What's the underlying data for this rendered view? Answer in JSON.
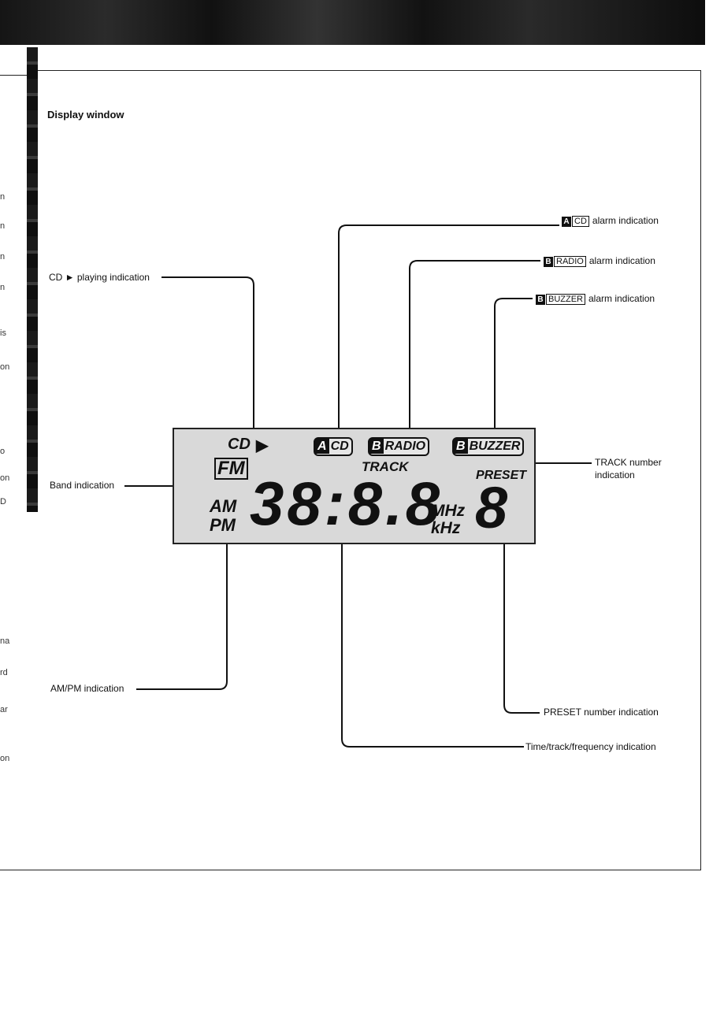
{
  "page": {
    "title": "Display window"
  },
  "margin_fragments": [
    "n",
    "n",
    "n",
    "n",
    "is",
    "on",
    "o",
    "on",
    "D",
    "na",
    "rd",
    "ar",
    "on"
  ],
  "labels": {
    "a_cd_letter": "A",
    "a_cd_box": "CD",
    "a_cd_text": "alarm indication",
    "b_radio_letter": "B",
    "b_radio_box": "RADIO",
    "b_radio_text": "alarm indication",
    "b_buzzer_letter": "B",
    "b_buzzer_box": "BUZZER",
    "b_buzzer_text": "alarm indication",
    "cd_playing": "CD ► playing indication",
    "band": "Band indication",
    "track_number": "TRACK number indication",
    "am_pm": "AM/PM indication",
    "preset_number": "PRESET number indication",
    "time_track_freq": "Time/track/frequency indication"
  },
  "lcd": {
    "cd": "CD",
    "play_symbol": "▶",
    "pill_a_letter": "A",
    "pill_a_text": "CD",
    "pill_b_radio_letter": "B",
    "pill_b_radio_text": "RADIO",
    "pill_b_buzzer_letter": "B",
    "pill_b_buzzer_text": "BUZZER",
    "fm": "FM",
    "am": "AM",
    "pm": "PM",
    "track": "TRACK",
    "preset": "PRESET",
    "digits": "38:8.8",
    "mhz": "MHz",
    "khz": "kHz",
    "preset_digit": "8"
  }
}
